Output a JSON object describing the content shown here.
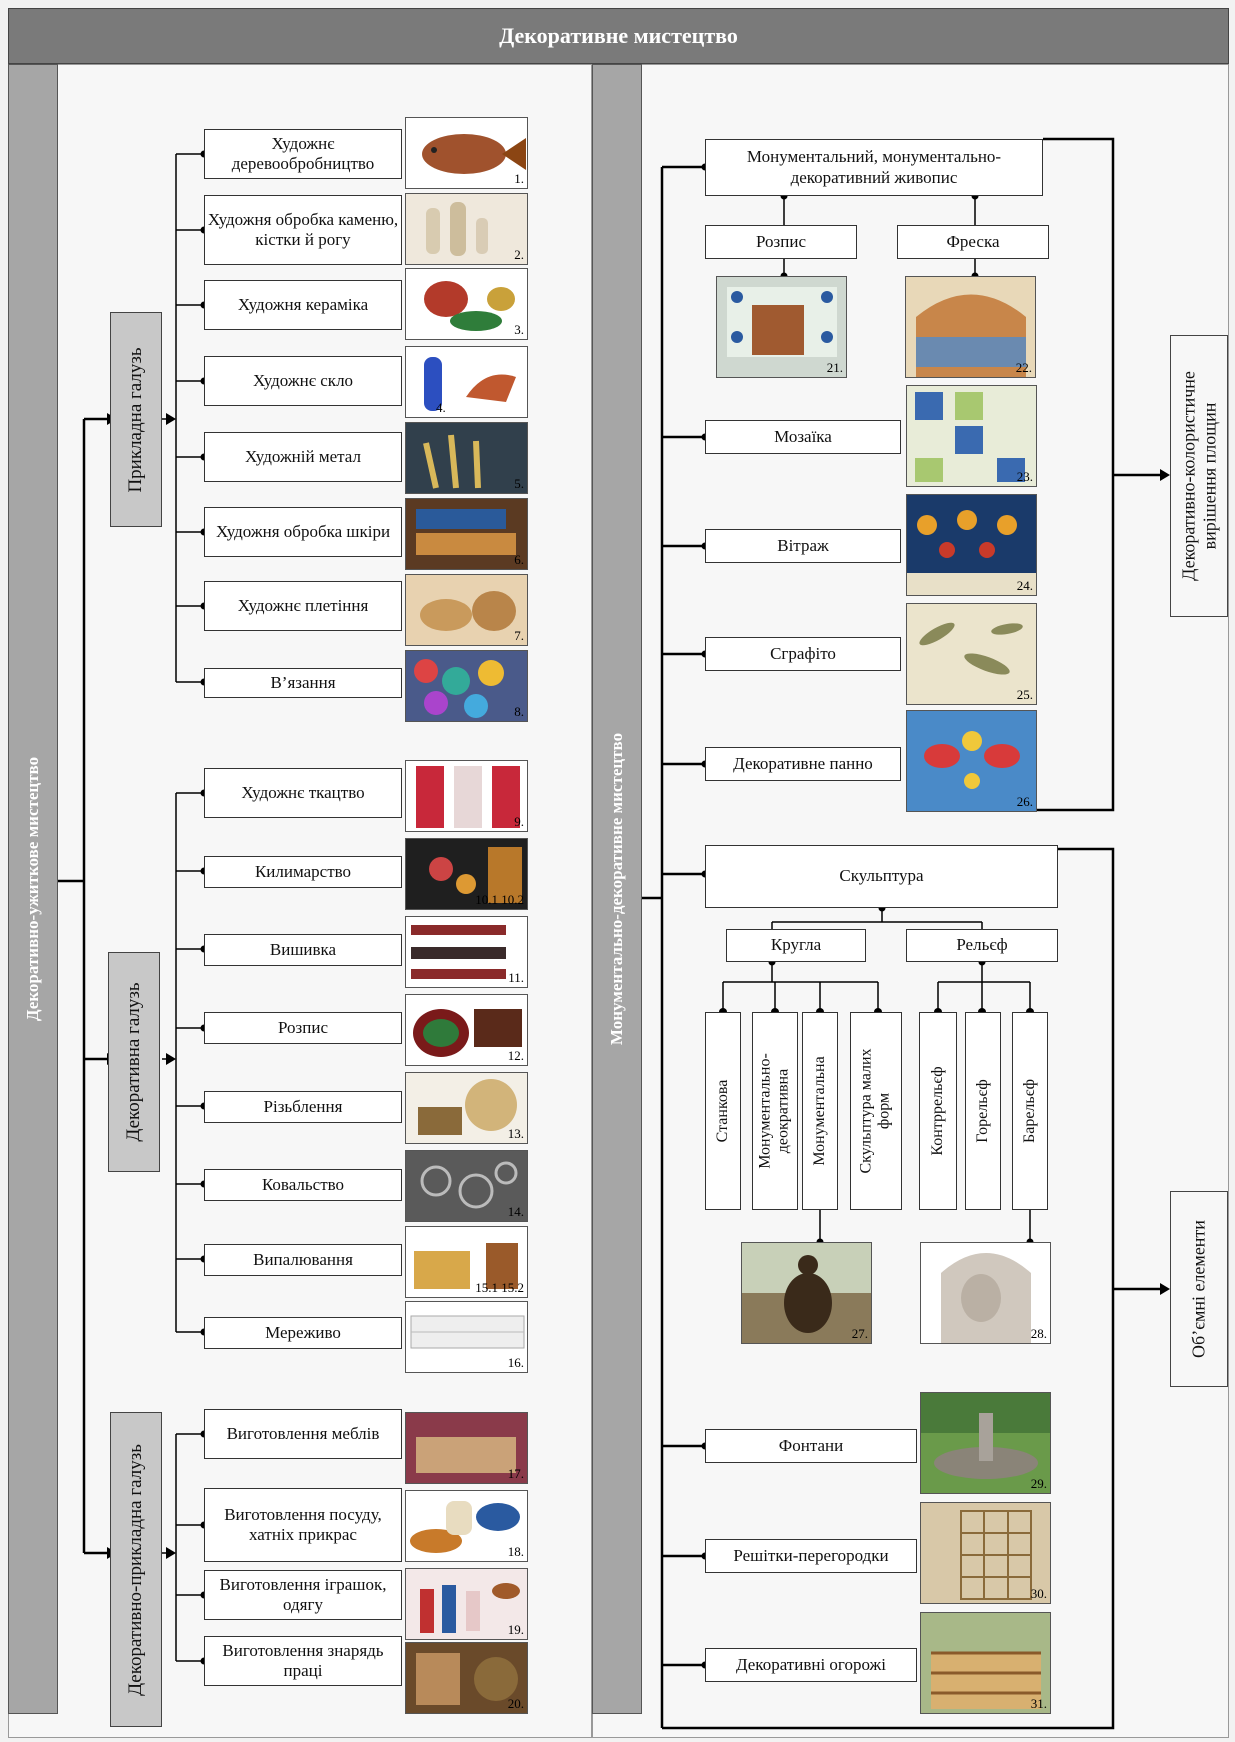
{
  "title": "Декоративне мистецтво",
  "left": {
    "label": "Декоративно-ужиткове мистецтво",
    "groups": [
      {
        "label": "Прикладна галузь",
        "items": [
          {
            "text": "Художнє деревообробництво",
            "num": "1."
          },
          {
            "text": "Художня обробка каменю, кістки й рогу",
            "num": "2."
          },
          {
            "text": "Художня кераміка",
            "num": "3."
          },
          {
            "text": "Художнє скло",
            "num": "4."
          },
          {
            "text": "Художній метал",
            "num": "5."
          },
          {
            "text": "Художня обробка шкіри",
            "num": "6."
          },
          {
            "text": "Художнє плетіння",
            "num": "7."
          },
          {
            "text": "В’язання",
            "num": "8."
          }
        ]
      },
      {
        "label": "Декоративна галузь",
        "items": [
          {
            "text": "Художнє ткацтво",
            "num": "9."
          },
          {
            "text": "Килимарство",
            "num": "10.1  10.2"
          },
          {
            "text": "Вишивка",
            "num": "11."
          },
          {
            "text": "Розпис",
            "num": "12."
          },
          {
            "text": "Різьблення",
            "num": "13."
          },
          {
            "text": "Ковальство",
            "num": "14."
          },
          {
            "text": "Випалювання",
            "num": "15.1    15.2"
          },
          {
            "text": "Мереживо",
            "num": "16."
          }
        ]
      },
      {
        "label": "Декоративно-прикладна галузь",
        "items": [
          {
            "text": "Виготовлення меблів",
            "num": "17."
          },
          {
            "text": "Виготовлення посуду, хатніх прикрас",
            "num": "18."
          },
          {
            "text": "Виготовлення іграшок, одягу",
            "num": "19."
          },
          {
            "text": "Виготовлення знарядь праці",
            "num": "20."
          }
        ]
      }
    ]
  },
  "right": {
    "label": "Монументально-декоративне мистецтво",
    "painting": "Монументальний, монументально-декоративний живопис",
    "rozpys": "Розпис",
    "freska": "Фреска",
    "mozaika": "Мозаїка",
    "vitrazh": "Вітраж",
    "sgrafito": "Сграфіто",
    "panno": "Декоративне панно",
    "sculpture": "Скульптура",
    "krugla": "Кругла",
    "relief": "Рельєф",
    "sc_types": [
      "Станкова",
      "Монументально-деокративна",
      "Монументальна",
      "Скульптура малих форм"
    ],
    "rel_types": [
      "Контррельєф",
      "Горельєф",
      "Барельєф"
    ],
    "fontany": "Фонтани",
    "reshitky": "Решітки-перегородки",
    "ogorozhi": "Декоративні огорожі",
    "label_color": "Декоративно-колористичне вирішення площин",
    "label_volume": "Об’ємні елементи",
    "nums": [
      "21.",
      "22.",
      "23.",
      "24.",
      "25.",
      "26.",
      "27.",
      "28.",
      "29.",
      "30.",
      "31."
    ]
  },
  "colors": {
    "header": "#7a7a7a",
    "bar": "#a6a6a6",
    "group": "#c8c8c8"
  }
}
